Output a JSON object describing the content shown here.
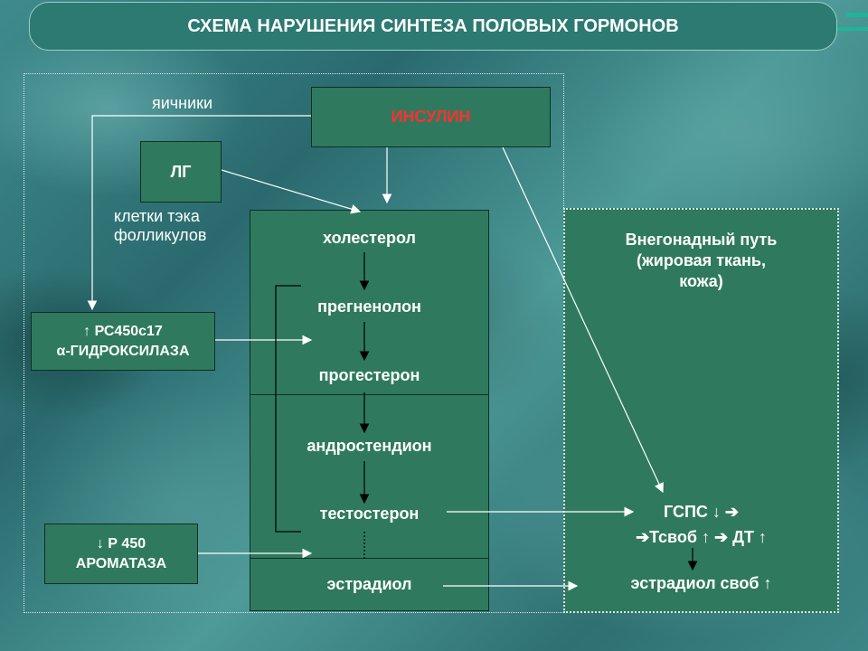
{
  "title": "СХЕМА НАРУШЕНИЯ СИНТЕЗА ПОЛОВЫХ ГОРМОНОВ",
  "ovaries_label": "яичники",
  "insulin": "ИНСУЛИН",
  "lh": "ЛГ",
  "theca_cells": [
    "клетки тэка",
    "фолликулов"
  ],
  "enzyme_p450c17": [
    "↑ РС450с17",
    "α-ГИДРОКСИЛАЗА"
  ],
  "enzyme_aromatase": [
    "↓ Р 450",
    "АРОМАТАЗА"
  ],
  "steroids": [
    "холестерол",
    "прегненолон",
    "прогестерон",
    "андростендион",
    "тестостерон",
    "эстрадиол"
  ],
  "extragonadal": {
    "title": [
      "Внегонадный путь",
      "(жировая ткань,",
      "кожа)"
    ],
    "shbg": "ГСПС ↓ ➔",
    "free_t": "➔Тсвоб ↑ ➔ ДТ ↑",
    "free_estradiol": "эстрадиол своб ↑"
  },
  "colors": {
    "box_fill": "#2f7a5e",
    "title_fill": "#2c7a72",
    "insulin_text": "#ff3030",
    "accent": "#1fb59a"
  }
}
